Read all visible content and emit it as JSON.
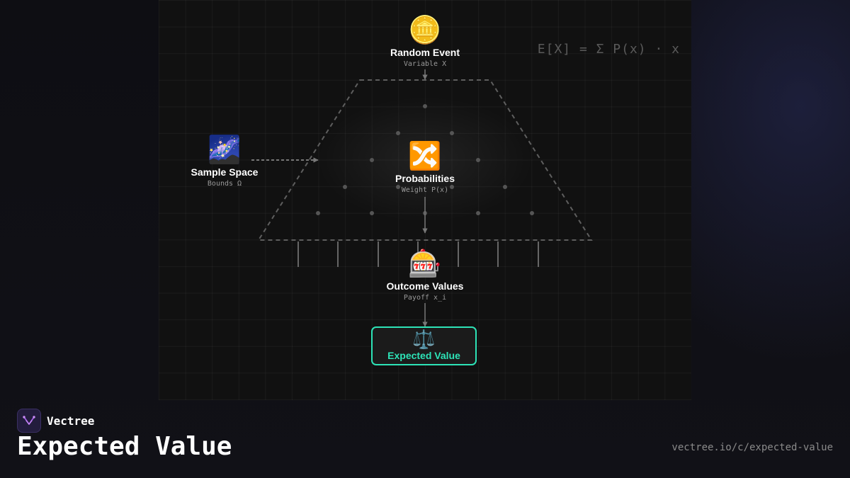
{
  "formula": "E[X] = Σ P(x) · x",
  "nodes": {
    "random_event": {
      "emoji": "🪙",
      "title": "Random Event",
      "subtitle": "Variable X"
    },
    "sample_space": {
      "emoji": "🌌",
      "title": "Sample Space",
      "subtitle": "Bounds Ω"
    },
    "probabilities": {
      "emoji": "🔀",
      "title": "Probabilities",
      "subtitle": "Weight P(x)"
    },
    "outcome_values": {
      "emoji": "🎰",
      "title": "Outcome Values",
      "subtitle": "Payoff x_i"
    },
    "expected_value": {
      "emoji": "⚖️",
      "title": "Expected Value"
    }
  },
  "colors": {
    "accent": "#2de3b7",
    "background": "#111111",
    "edge": "#777777",
    "brand": "#a35ee8"
  },
  "brand": {
    "name": "Vectree",
    "logo_icon": "vectree-logo-icon"
  },
  "page_title": "Expected Value",
  "url": "vectree.io/c/expected-value"
}
